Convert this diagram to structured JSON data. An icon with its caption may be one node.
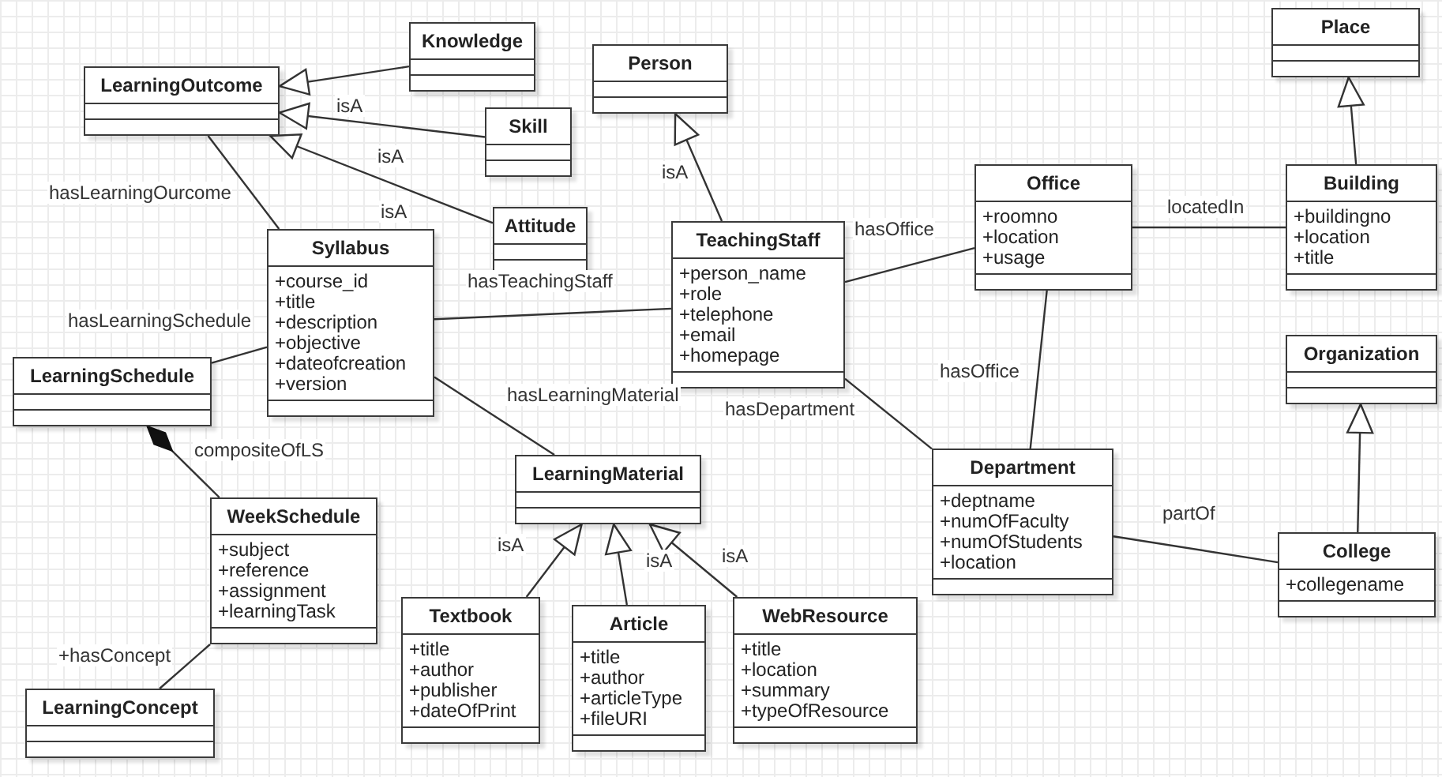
{
  "diagram": {
    "nodes": [
      {
        "text": [
          "LearningOutcome"
        ]
      },
      {
        "text": [
          "Knowledge"
        ]
      },
      {
        "text": [
          "Skill"
        ]
      },
      {
        "text": [
          "Attitude"
        ]
      },
      {
        "text": [
          "Person"
        ]
      },
      {
        "text": [
          "Place"
        ]
      },
      {
        "text": [
          "Syllabus",
          "+course_id",
          "+title",
          "+description",
          "+objective",
          "+dateofcreation",
          "+version"
        ]
      },
      {
        "text": [
          "TeachingStaff",
          "+person_name",
          "+role",
          "+telephone",
          "+email",
          "+homepage"
        ]
      },
      {
        "text": [
          "Office",
          "+roomno",
          "+location",
          "+usage"
        ]
      },
      {
        "text": [
          "Building",
          "+buildingno",
          "+location",
          "+title"
        ]
      },
      {
        "text": [
          "Organization"
        ]
      },
      {
        "text": [
          "LearningSchedule"
        ]
      },
      {
        "text": [
          "LearningMaterial"
        ]
      },
      {
        "text": [
          "Department",
          "+deptname",
          "+numOfFaculty",
          "+numOfStudents",
          "+location"
        ]
      },
      {
        "text": [
          "WeekSchedule",
          "+subject",
          "+reference",
          "+assignment",
          "+learningTask"
        ]
      },
      {
        "text": [
          "College",
          "+collegename"
        ]
      },
      {
        "text": [
          "Textbook",
          "+title",
          "+author",
          "+publisher",
          "+dateOfPrint"
        ]
      },
      {
        "text": [
          "Article",
          "+title",
          "+author",
          "+articleType",
          "+fileURI"
        ]
      },
      {
        "text": [
          "WebResource",
          "+title",
          "+location",
          "+summary",
          "+typeOfResource"
        ]
      },
      {
        "text": [
          "LearningConcept"
        ]
      }
    ],
    "edges": [
      {
        "from": 1,
        "to": 0,
        "arrow": "to",
        "label": "isA"
      },
      {
        "from": 2,
        "to": 0,
        "arrow": "to",
        "label": "isA"
      },
      {
        "from": 3,
        "to": 0,
        "arrow": "to",
        "label": "isA"
      },
      {
        "from": 7,
        "to": 4,
        "arrow": "to",
        "label": "isA"
      },
      {
        "from": 9,
        "to": 5,
        "arrow": "to"
      },
      {
        "from": 15,
        "to": 10,
        "arrow": "to"
      },
      {
        "from": 0,
        "to": 6,
        "arrow": "none",
        "label": "hasLearningOurcome"
      },
      {
        "from": 6,
        "to": 7,
        "arrow": "none",
        "label": "hasTeachingStaff"
      },
      {
        "from": 6,
        "to": 11,
        "arrow": "none",
        "label": "hasLearningSchedule"
      },
      {
        "from": 6,
        "to": 12,
        "arrow": "none",
        "label": "hasLearningMaterial"
      },
      {
        "from": 7,
        "to": 8,
        "arrow": "none",
        "label": "hasOffice"
      },
      {
        "from": 8,
        "to": 9,
        "arrow": "none",
        "label": "locatedIn"
      },
      {
        "from": 8,
        "to": 13,
        "arrow": "none",
        "label": "hasOffice"
      },
      {
        "from": 7,
        "to": 13,
        "arrow": "none",
        "label": "hasDepartment"
      },
      {
        "from": 13,
        "to": 15,
        "arrow": "none",
        "label": "partOf"
      },
      {
        "from": 14,
        "to": 11,
        "arrow": "other",
        "label": "compositeOfLS"
      },
      {
        "from": 14,
        "to": 19,
        "arrow": "none",
        "label": "+hasConcept"
      },
      {
        "from": 16,
        "to": 12,
        "arrow": "to",
        "label": "isA"
      },
      {
        "from": 17,
        "to": 12,
        "arrow": "to",
        "label": "isA"
      },
      {
        "from": 18,
        "to": 12,
        "arrow": "to",
        "label": "isA"
      }
    ]
  }
}
